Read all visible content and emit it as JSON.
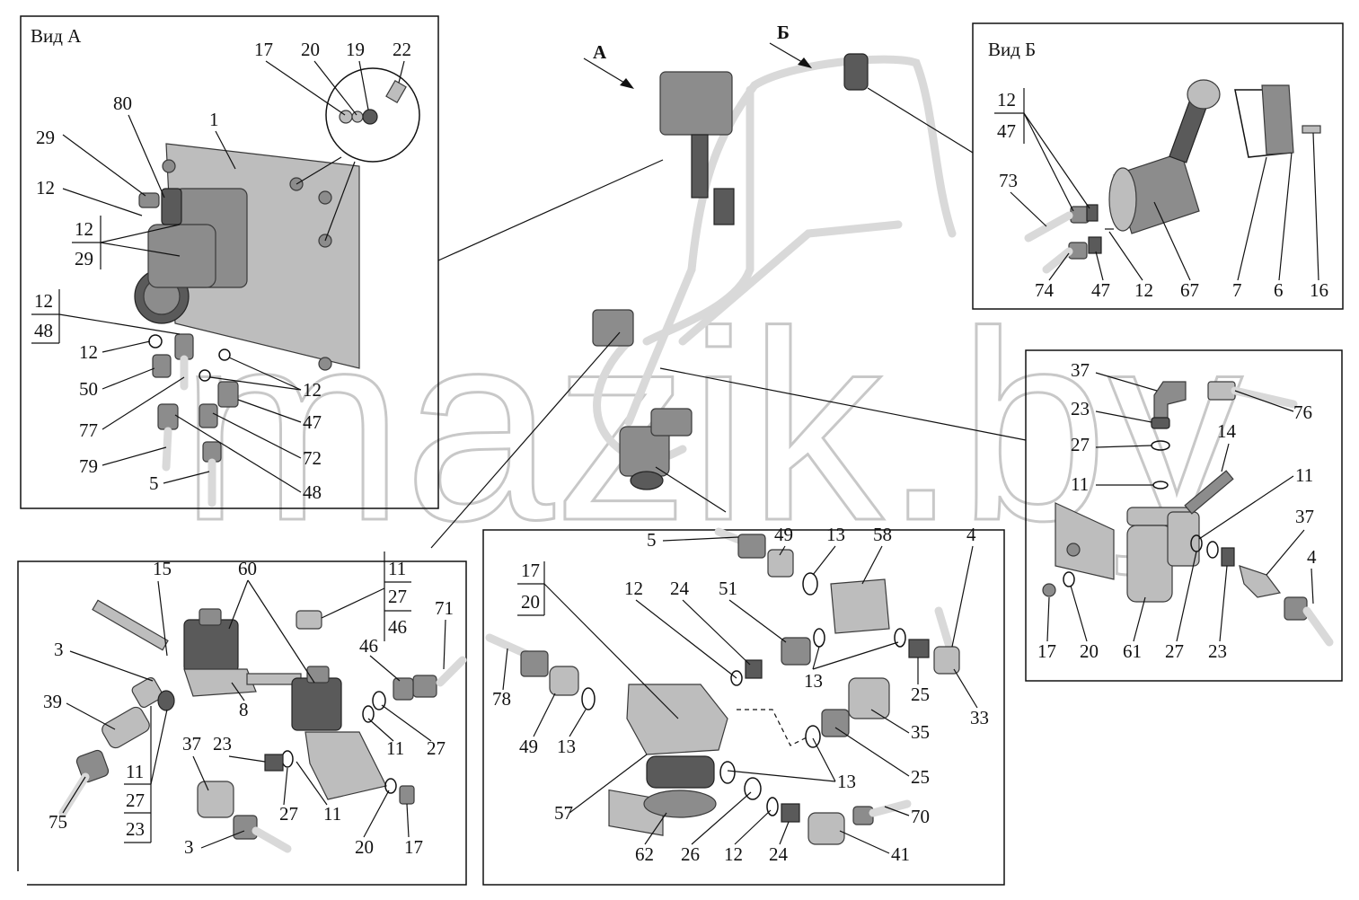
{
  "views": {
    "a_title": "Вид А",
    "b_title": "Вид Б",
    "arrow_a": "А",
    "arrow_b": "Б"
  },
  "watermark": "mazik.by",
  "panel_a": {
    "labels": [
      "1",
      "80",
      "29",
      "12",
      "17",
      "20",
      "19",
      "22",
      "12",
      "29",
      "12",
      "48",
      "12",
      "50",
      "77",
      "79",
      "5",
      "12",
      "47",
      "72",
      "48"
    ]
  },
  "panel_b": {
    "labels": [
      "12",
      "47",
      "73",
      "74",
      "47",
      "12",
      "67",
      "7",
      "6",
      "16"
    ]
  },
  "panel_right": {
    "labels": [
      "37",
      "76",
      "23",
      "27",
      "11",
      "14",
      "11",
      "37",
      "4",
      "17",
      "20",
      "61",
      "27",
      "23"
    ]
  },
  "panel_bottom_left": {
    "labels": [
      "15",
      "60",
      "11",
      "27",
      "46",
      "71",
      "3",
      "46",
      "39",
      "8",
      "11",
      "27",
      "11",
      "27",
      "23",
      "37",
      "23",
      "27",
      "11",
      "75",
      "3",
      "20",
      "17"
    ]
  },
  "panel_bottom_center": {
    "labels": [
      "5",
      "49",
      "13",
      "58",
      "4",
      "17",
      "20",
      "12",
      "24",
      "51",
      "78",
      "13",
      "25",
      "33",
      "49",
      "13",
      "35",
      "25",
      "57",
      "13",
      "62",
      "26",
      "12",
      "24",
      "70",
      "41"
    ]
  }
}
